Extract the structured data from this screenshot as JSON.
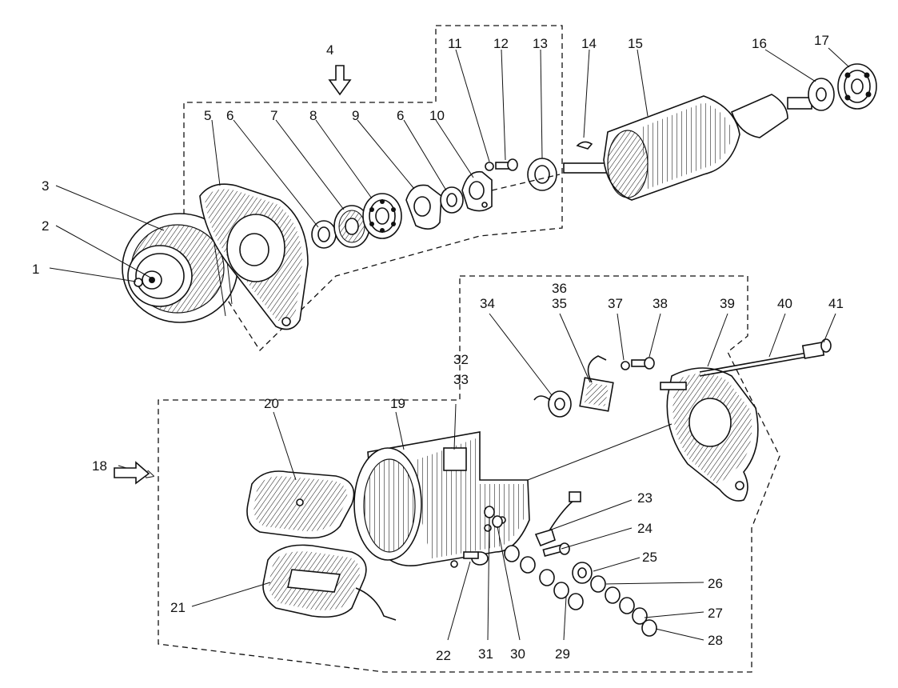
{
  "diagram": {
    "type": "exploded-parts-diagram",
    "colors": {
      "ink": "#111111",
      "paper": "#ffffff"
    },
    "callouts": [
      "1",
      "2",
      "3",
      "4",
      "5",
      "6",
      "6",
      "7",
      "8",
      "9",
      "10",
      "11",
      "12",
      "13",
      "14",
      "15",
      "16",
      "17",
      "18",
      "19",
      "20",
      "21",
      "22",
      "23",
      "24",
      "25",
      "26",
      "27",
      "28",
      "29",
      "30",
      "31",
      "32",
      "33",
      "34",
      "35",
      "36",
      "37",
      "38",
      "39",
      "40",
      "41"
    ]
  }
}
